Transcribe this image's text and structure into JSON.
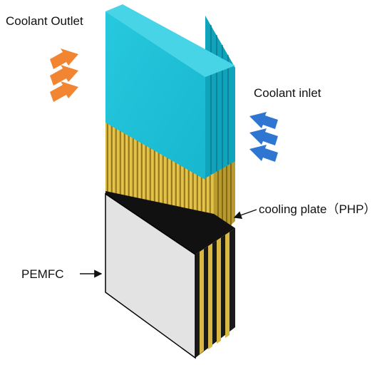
{
  "labels": {
    "coolant_outlet": "Coolant Outlet",
    "coolant_inlet": "Coolant inlet",
    "cooling_plate": "cooling plate（PHP）",
    "pemfc": "PEMFC"
  },
  "icons": {
    "outlet_arrows": "orange-flow-arrow-icon",
    "inlet_arrows": "blue-flow-arrow-icon",
    "pointer_arrows": "pointer-arrow-icon"
  },
  "colors": {
    "coolant": "#1fc3d8",
    "coolant_dark": "#16a6bd",
    "heat_pipe": "#d8b743",
    "heat_pipe_dark": "#9a7c16",
    "fuel_cell": "#e3e3e3",
    "fuel_cell_edge": "#000000",
    "outlet_arrow": "#f28532",
    "inlet_arrow": "#2f76d2"
  }
}
